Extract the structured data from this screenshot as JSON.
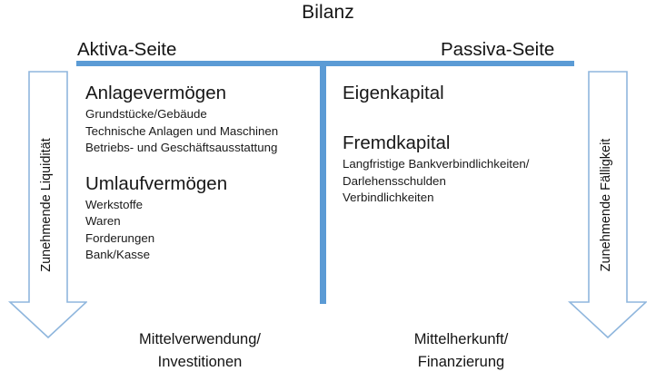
{
  "diagram": {
    "title": "Bilanz",
    "accent_color": "#5B9BD5",
    "arrow_outline_color": "#8FB6DD",
    "text_color": "#141414"
  },
  "sides": {
    "left": {
      "heading": "Aktiva-Seite",
      "groups": [
        {
          "title": "Anlagevermögen",
          "items": [
            "Grundstücke/Gebäude",
            "Technische Anlagen und Maschinen",
            "Betriebs- und Geschäftsausstattung"
          ]
        },
        {
          "title": "Umlaufvermögen",
          "items": [
            "Werkstoffe",
            "Waren",
            "Forderungen",
            "Bank/Kasse"
          ]
        }
      ],
      "caption_line1": "Mittelverwendung/",
      "caption_line2": "Investitionen"
    },
    "right": {
      "heading": "Passiva-Seite",
      "groups": [
        {
          "title": "Eigenkapital",
          "items": []
        },
        {
          "title": "Fremdkapital",
          "items": [
            "Langfristige Bankverbindlichkeiten/",
            "Darlehensschulden",
            "Verbindlichkeiten"
          ]
        }
      ],
      "caption_line1": "Mittelherkunft/",
      "caption_line2": "Finanzierung"
    }
  },
  "arrows": {
    "left": {
      "label": "Zunehmende Liquidität",
      "direction": "down"
    },
    "right": {
      "label": "Zunehmende Fälligkeit",
      "direction": "down"
    }
  }
}
